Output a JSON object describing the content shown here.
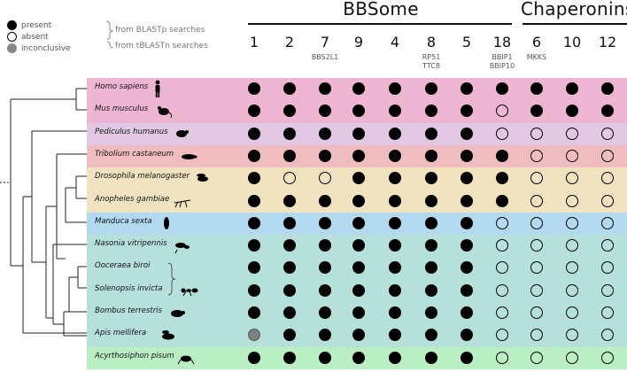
{
  "legend": {
    "present": "present",
    "absent": "absent",
    "inconclusive": "inconclusive",
    "from_blastp": "from BLASTp searches",
    "from_tblastn": "from tBLASTn searches"
  },
  "groups": [
    {
      "label": "BBSome"
    },
    {
      "label": "Chaperonins"
    }
  ],
  "columns": [
    {
      "num": "1",
      "gene": ""
    },
    {
      "num": "2",
      "gene": ""
    },
    {
      "num": "7",
      "gene": "BBS2L1"
    },
    {
      "num": "9",
      "gene": ""
    },
    {
      "num": "4",
      "gene": ""
    },
    {
      "num": "8",
      "gene": "RP51\nTTC8"
    },
    {
      "num": "5",
      "gene": ""
    },
    {
      "num": "18",
      "gene": "BBIP1\nBBIP10"
    },
    {
      "num": "6",
      "gene": "MKKS"
    },
    {
      "num": "10",
      "gene": ""
    },
    {
      "num": "12",
      "gene": ""
    }
  ],
  "species": [
    {
      "name": "Homo sapiens",
      "icon": "human-icon",
      "cells": [
        "p",
        "p",
        "p",
        "p",
        "p",
        "p",
        "p",
        "p",
        "p",
        "p",
        "p"
      ]
    },
    {
      "name": "Mus musculus",
      "icon": "mouse-icon",
      "cells": [
        "p",
        "p",
        "p",
        "p",
        "p",
        "p",
        "p",
        "a",
        "p",
        "p",
        "p"
      ]
    },
    {
      "name": "Pediculus humanus",
      "icon": "louse-icon",
      "cells": [
        "p",
        "p",
        "p",
        "p",
        "p",
        "p",
        "p",
        "a",
        "a",
        "a",
        "a"
      ]
    },
    {
      "name": "Tribolium castaneum",
      "icon": "beetle-icon",
      "cells": [
        "p",
        "p",
        "p",
        "p",
        "p",
        "p",
        "p",
        "p",
        "a",
        "a",
        "a"
      ]
    },
    {
      "name": "Drosophila melanogaster",
      "icon": "fly-icon",
      "cells": [
        "p",
        "a",
        "a",
        "p",
        "p",
        "p",
        "p",
        "p",
        "a",
        "a",
        "a"
      ]
    },
    {
      "name": "Anopheles gambiae",
      "icon": "mosquito-icon",
      "cells": [
        "p",
        "p",
        "p",
        "p",
        "p",
        "p",
        "p",
        "p",
        "a",
        "a",
        "a"
      ]
    },
    {
      "name": "Manduca sexta",
      "icon": "moth-icon",
      "cells": [
        "p",
        "p",
        "p",
        "p",
        "p",
        "p",
        "p",
        "a",
        "a",
        "a",
        "a"
      ]
    },
    {
      "name": "Nasonia vitripennis",
      "icon": "wasp-icon",
      "cells": [
        "p",
        "p",
        "p",
        "p",
        "p",
        "p",
        "p",
        "a",
        "a",
        "a",
        "a"
      ]
    },
    {
      "name": "Ooceraea biroi",
      "icon": "",
      "cells": [
        "p",
        "p",
        "p",
        "p",
        "p",
        "p",
        "p",
        "a",
        "a",
        "a",
        "a"
      ]
    },
    {
      "name": "Solenopsis invicta",
      "icon": "ant-icon",
      "cells": [
        "p",
        "p",
        "p",
        "p",
        "p",
        "p",
        "p",
        "a",
        "a",
        "a",
        "a"
      ]
    },
    {
      "name": "Bombus terrestris",
      "icon": "bumblebee-icon",
      "cells": [
        "p",
        "p",
        "p",
        "p",
        "p",
        "p",
        "p",
        "a",
        "a",
        "a",
        "a"
      ]
    },
    {
      "name": "Apis mellifera",
      "icon": "honeybee-icon",
      "cells": [
        "i",
        "p",
        "p",
        "p",
        "p",
        "p",
        "p",
        "a",
        "a",
        "a",
        "a"
      ]
    },
    {
      "name": "Acyrthosiphon pisum",
      "icon": "aphid-icon",
      "cells": [
        "p",
        "p",
        "p",
        "p",
        "p",
        "p",
        "p",
        "a",
        "a",
        "a",
        "a"
      ]
    }
  ],
  "colors": {
    "vertebrate_band": "#efb6d3",
    "louse_band": "#e3c8e4",
    "beetle_band": "#efbdbf",
    "diptera_band": "#f1e3bf",
    "lepidoptera_band": "#b2d9ef",
    "hymenoptera_band": "#b6e1da",
    "aphid_band": "#b9efc3",
    "present": "#000000",
    "inconclusive": "#808080"
  }
}
